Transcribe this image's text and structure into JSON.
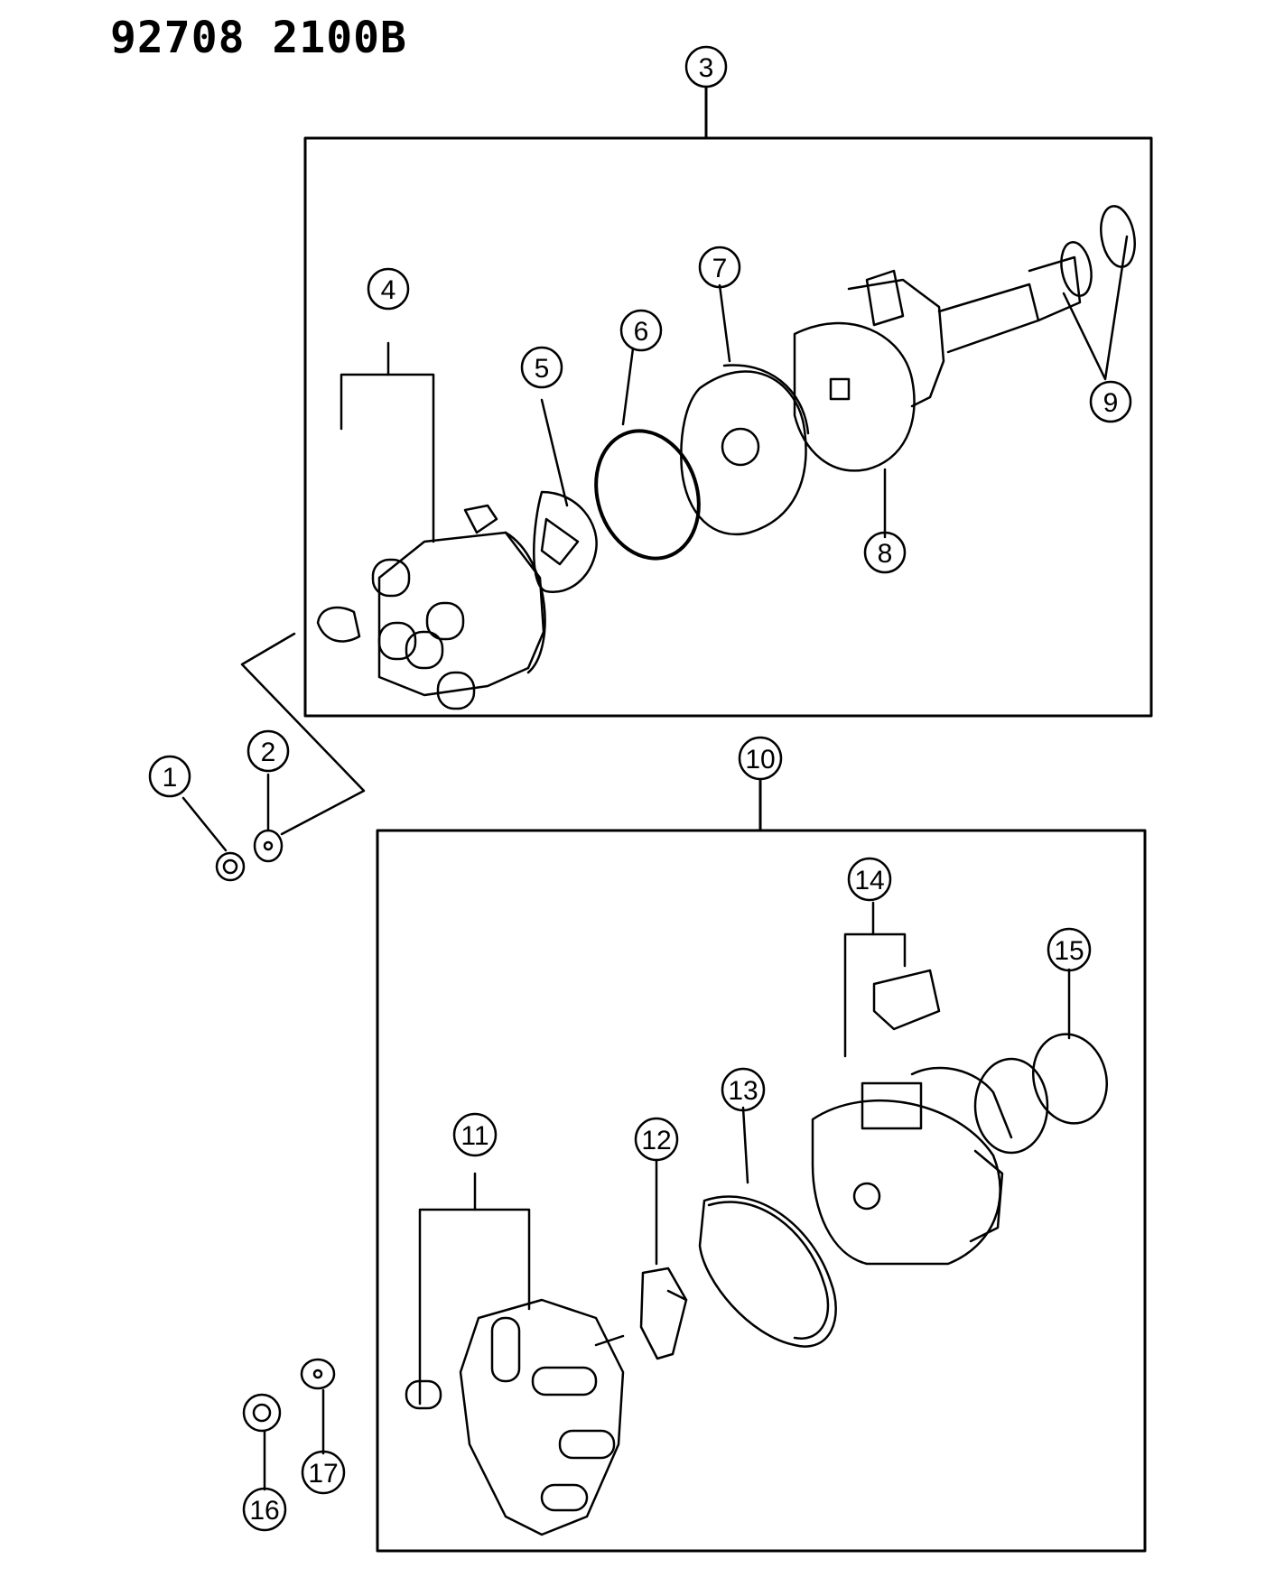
{
  "header": {
    "drawing_code": "92708",
    "drawing_suffix": "2100B"
  },
  "callouts": [
    {
      "id": "1",
      "label": "1"
    },
    {
      "id": "2",
      "label": "2"
    },
    {
      "id": "3",
      "label": "3"
    },
    {
      "id": "4",
      "label": "4"
    },
    {
      "id": "5",
      "label": "5"
    },
    {
      "id": "6",
      "label": "6"
    },
    {
      "id": "7",
      "label": "7"
    },
    {
      "id": "8",
      "label": "8"
    },
    {
      "id": "9",
      "label": "9"
    },
    {
      "id": "10",
      "label": "10"
    },
    {
      "id": "11",
      "label": "11"
    },
    {
      "id": "12",
      "label": "12"
    },
    {
      "id": "13",
      "label": "13"
    },
    {
      "id": "14",
      "label": "14"
    },
    {
      "id": "15",
      "label": "15"
    },
    {
      "id": "16",
      "label": "16"
    },
    {
      "id": "17",
      "label": "17"
    }
  ],
  "colors": {
    "ink": "#000000",
    "paper": "#ffffff"
  }
}
